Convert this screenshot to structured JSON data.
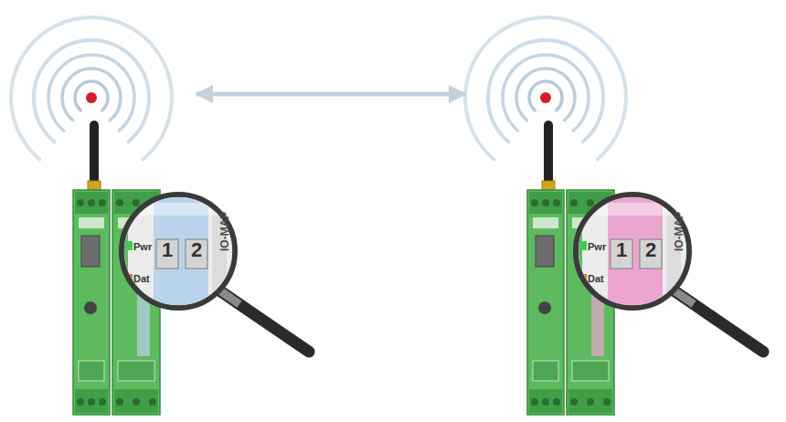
{
  "diagram": {
    "nodes": [
      {
        "text": [
          "Pwr",
          "Dat",
          "1",
          "2",
          "IO-MAP"
        ]
      },
      {
        "text": [
          "Pwr",
          "Dat",
          "1",
          "2",
          "IO-MAP"
        ]
      }
    ],
    "edges": [
      {
        "from": 0,
        "to": 1,
        "arrow": "both"
      }
    ]
  }
}
